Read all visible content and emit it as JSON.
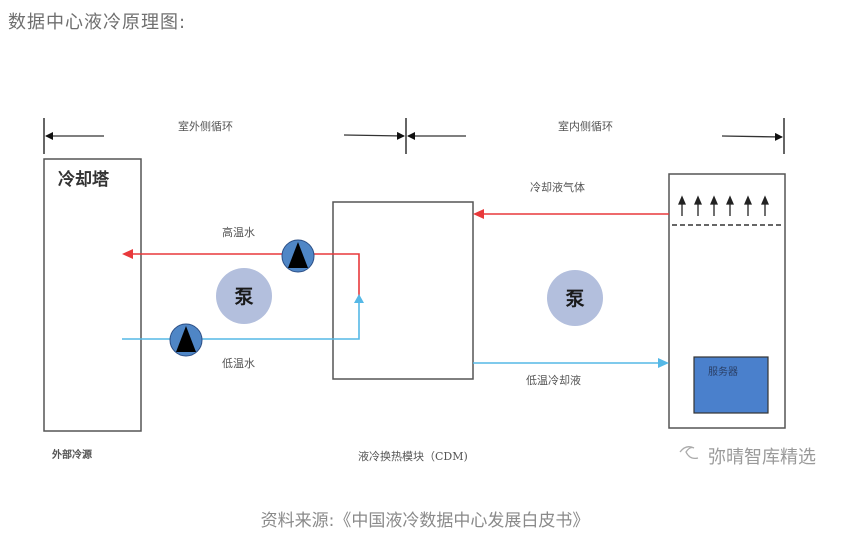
{
  "title": "数据中心液冷原理图:",
  "source": "资料来源:《中国液冷数据中心发展白皮书》",
  "diagram": {
    "outdoor_loop_label": "室外侧循环",
    "indoor_loop_label": "室内侧循环",
    "cooling_tower_label": "冷却塔",
    "external_source_label": "外部冷源",
    "cdm_label": "液冷换热模块（CDM)",
    "cdm_label_cut": "（CDM）",
    "hot_water_label": "高温水",
    "cold_water_label": "低温水",
    "coolant_gas_label": "冷却液气体",
    "cold_coolant_label": "低温冷却液",
    "pump_left_label": "泵",
    "pump_right_label": "泵",
    "server_label": "服务器",
    "colors": {
      "hot_line": "#e8393b",
      "cold_line": "#55b8e6",
      "pump_circle": "#b3bfdd",
      "pump_icon_fill": "#4f86c6",
      "server_fill": "#4a80cc",
      "box_stroke": "#555555"
    }
  },
  "watermark": "弥晴智库精选"
}
